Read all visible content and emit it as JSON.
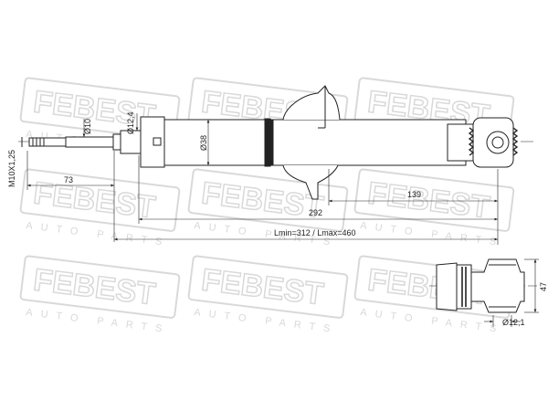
{
  "colors": {
    "line": "#222222",
    "watermark": "#d9d9d9",
    "background": "#ffffff"
  },
  "watermark": {
    "brand": "FEBEST",
    "sub": "AUTO PARTS"
  },
  "dimensions": {
    "thread": "M10X1,25",
    "rod_length": "73",
    "rod_diameter": "Ø10",
    "shoulder_diameter": "Ø12,4",
    "body_diameter": "Ø38",
    "bracket_to_eye": "139",
    "rod_to_eye": "292",
    "length_range": "Lmin=312 / Lmax=460",
    "eye_width": "47",
    "eye_bore": "Ø12,1"
  }
}
